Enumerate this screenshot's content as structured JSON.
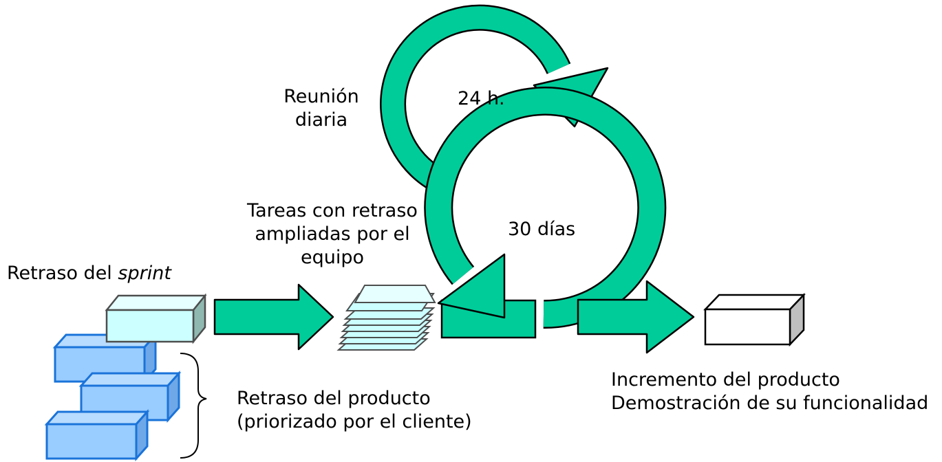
{
  "labels": {
    "daily_meeting_line1": "Reunión",
    "daily_meeting_line2": "diaria",
    "hours": "24 h.",
    "days": "30 días",
    "tasks_line1": "Tareas con retraso",
    "tasks_line2": "ampliadas por el",
    "tasks_line3": "equipo",
    "sprint_backlog_prefix": "Retraso del ",
    "sprint_backlog_italic": "sprint",
    "product_backlog_line1": "Retraso del producto",
    "product_backlog_line2": "(priorizado por el cliente)",
    "increment_line1": "Incremento del producto",
    "increment_line2": "Demostración de su funcionalidad"
  },
  "colors": {
    "arrow_green": "#00cc99",
    "sprint_box": "#ccffff",
    "backlog_blue": "#99ccff",
    "backlog_blue_edge": "#1a73d9",
    "product_box": "#ffffff"
  }
}
